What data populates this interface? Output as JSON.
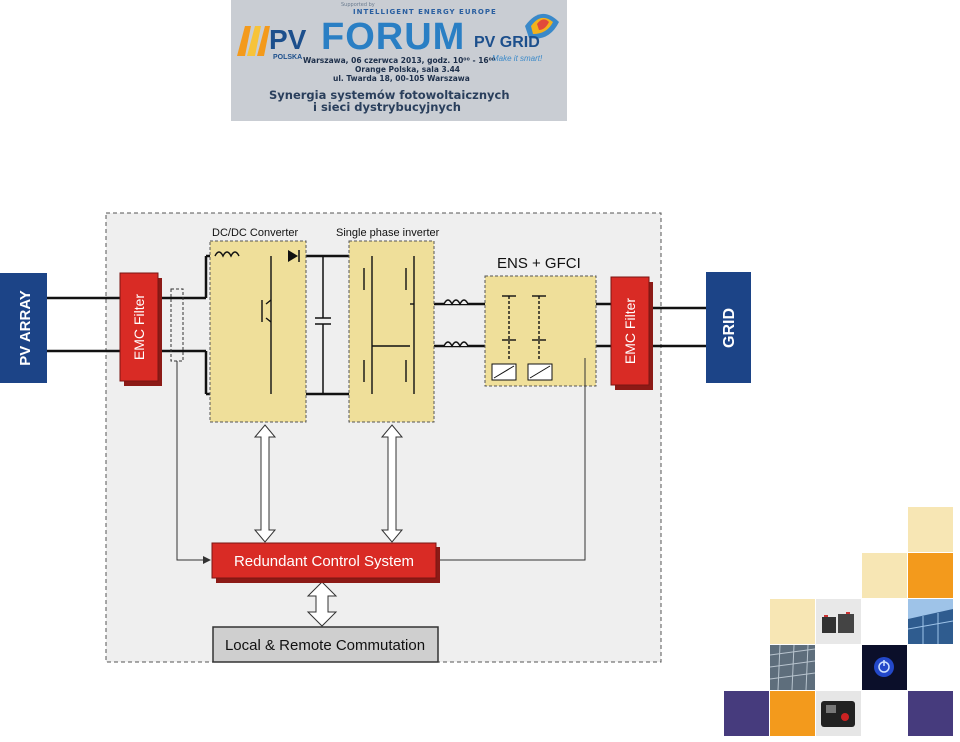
{
  "banner": {
    "supported_by": "Supported by",
    "intelligent_energy": "INTELLIGENT ENERGY EUROPE",
    "pv": "PV",
    "polska": "POLSKA",
    "forum": "FORUM",
    "pv_grid": "PV GRID",
    "make_it_smart": "Make it smart!",
    "line1": "Warszawa, 06 czerwca 2013, godz. 10⁰⁰ - 16⁰⁰",
    "line2": "Orange Polska, sala 3.44",
    "line3": "ul. Twarda 18, 00-105 Warszawa",
    "subtitle1": "Synergia systemów fotowoltaicznych",
    "subtitle2": "i sieci dystrybucyjnych"
  },
  "diagram": {
    "pv_array": "PV ARRAY",
    "grid": "GRID",
    "emc_filter_left": "EMC Filter",
    "emc_filter_right": "EMC Filter",
    "dcdc": "DC/DC Converter",
    "inverter": "Single phase inverter",
    "ens": "ENS + GFCI",
    "control": "Redundant Control System",
    "commutation": "Local & Remote Commutation"
  },
  "colors": {
    "navy": "#1c4487",
    "red": "#d92b25",
    "yellow": "#efdf9a",
    "panel": "#efefef",
    "grey_box": "#cfcfcf"
  },
  "tiles": [
    {
      "name": "tile-cream",
      "color": "#f7e6b4"
    },
    {
      "name": "tile-orange",
      "color": "#f39a1c"
    },
    {
      "name": "tile-purple",
      "color": "#463b7d"
    },
    {
      "name": "photo-batteries-icon"
    },
    {
      "name": "photo-solar-panels-icon"
    },
    {
      "name": "photo-power-button-icon"
    },
    {
      "name": "photo-tester-case-icon"
    }
  ]
}
